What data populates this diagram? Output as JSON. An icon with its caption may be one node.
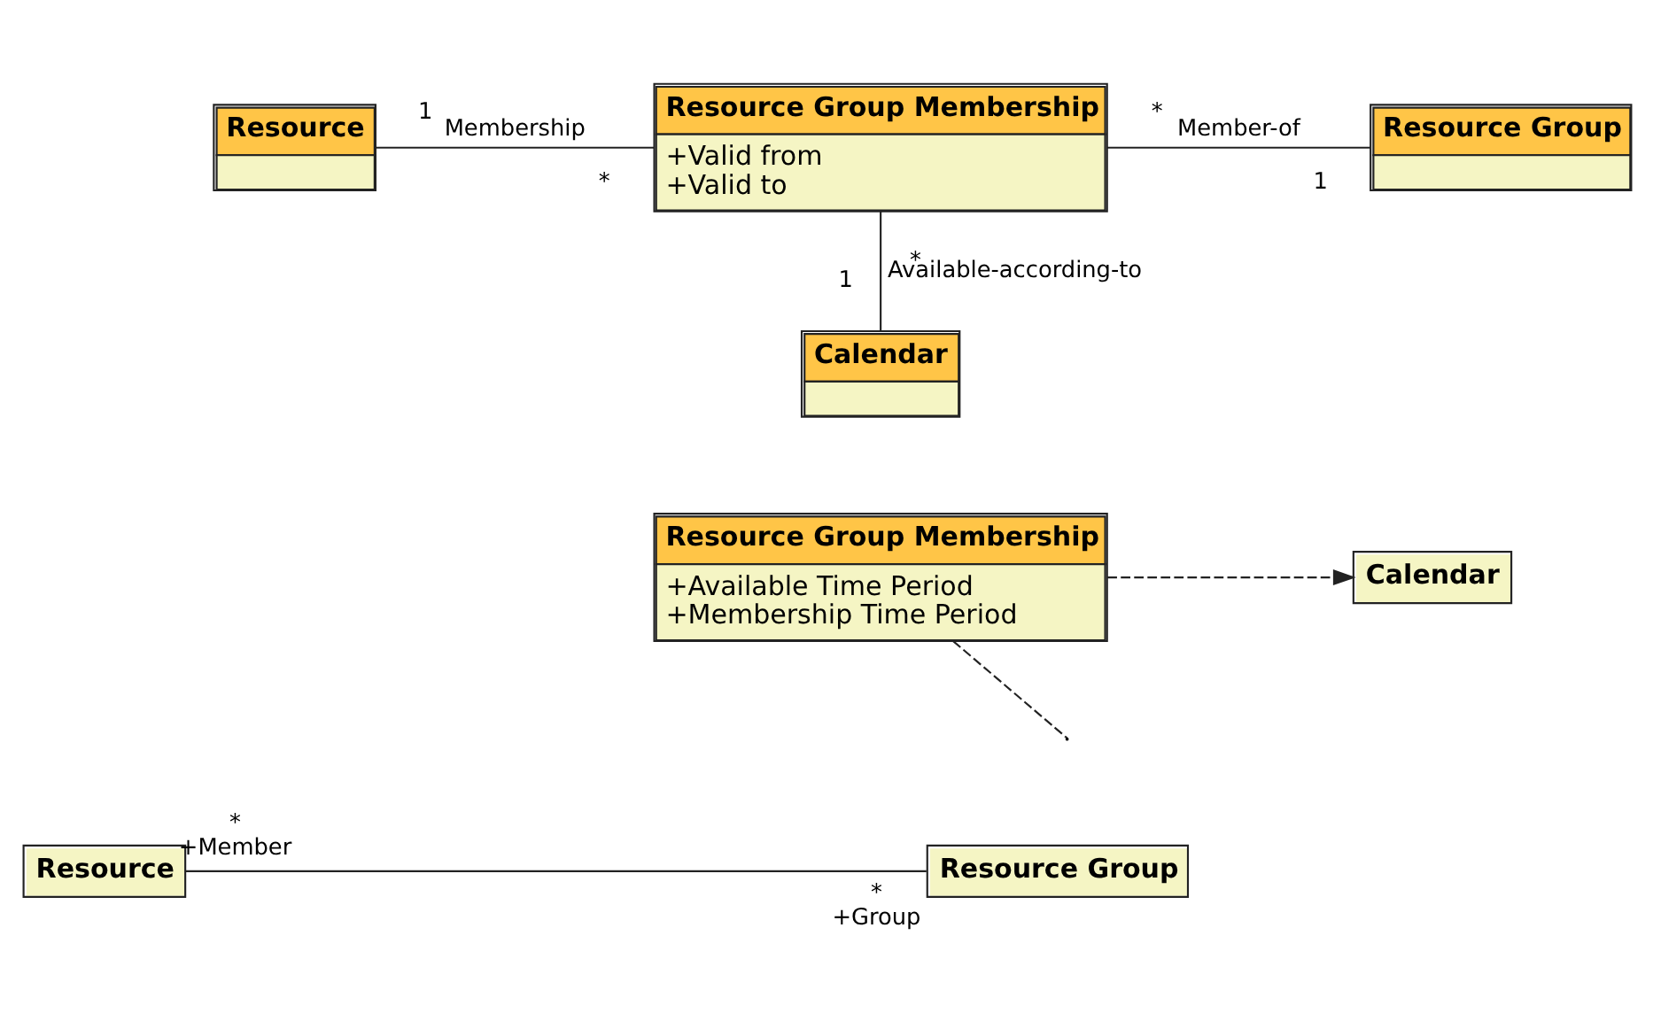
{
  "diagram": {
    "nodes": [
      {
        "text": [
          "Resource"
        ]
      },
      {
        "text": [
          "Resource Group Membership",
          "+Valid from",
          "+Valid to"
        ]
      },
      {
        "text": [
          "Resource Group"
        ]
      },
      {
        "text": [
          "Calendar"
        ]
      },
      {
        "text": [
          "Resource Group Membership",
          "+Available Time Period",
          "+Membership Time Period"
        ]
      },
      {
        "text": [
          "Calendar"
        ]
      },
      {
        "text": [
          "Resource"
        ]
      },
      {
        "text": [
          "Resource Group"
        ]
      }
    ],
    "edges": [
      {
        "from": 0,
        "to": 1,
        "arrow": "none",
        "label": "Membership"
      },
      {
        "from": 1,
        "to": 2,
        "arrow": "none",
        "label": "Member-of"
      },
      {
        "from": 1,
        "to": 3,
        "arrow": "none",
        "label": "Available-according-to"
      },
      {
        "from": 4,
        "to": 5,
        "arrow": "to",
        "style": "dashed"
      },
      {
        "from": 6,
        "to": 7,
        "arrow": "none"
      },
      {
        "from": 4,
        "to": null,
        "arrow": "none",
        "style": "dashed"
      }
    ],
    "labels": [
      "*",
      "1",
      "1",
      "*",
      "*",
      "1",
      "*",
      "*",
      "+Member",
      "+Group"
    ]
  }
}
